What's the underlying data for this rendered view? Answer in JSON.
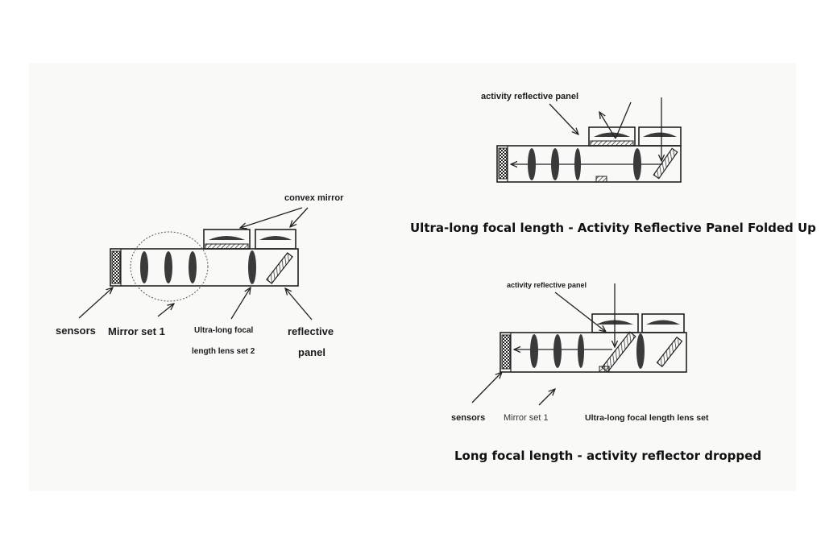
{
  "diagram_left": {
    "labels": {
      "convex_mirror": "convex mirror",
      "sensors": "sensors",
      "mirror_set_1": "Mirror set 1",
      "lens_set_2_line1": "Ultra-long focal",
      "lens_set_2_line2": "length lens set 2",
      "reflective_line1": "reflective",
      "reflective_line2": "panel"
    }
  },
  "diagram_top_right": {
    "labels": {
      "activity_reflective_panel": "activity reflective panel"
    },
    "caption": "Ultra-long focal length - Activity Reflective Panel Folded Up"
  },
  "diagram_bottom_right": {
    "labels": {
      "activity_reflective_panel": "activity reflective panel",
      "sensors": "sensors",
      "mirror_set_1": "Mirror set 1",
      "lens_set": "Ultra-long focal length lens set"
    },
    "caption": "Long focal length - activity reflector dropped"
  },
  "colors": {
    "ink": "#222222",
    "panel_background": "#f9f9f8"
  }
}
